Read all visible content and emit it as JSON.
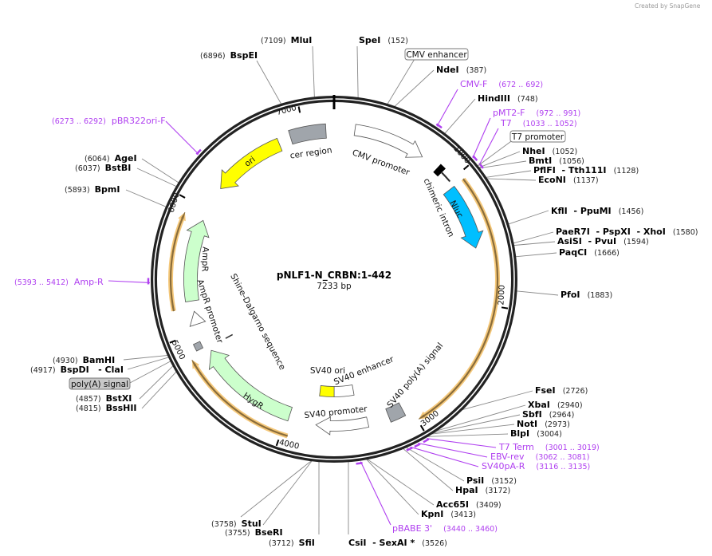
{
  "watermark": "Created by SnapGene",
  "plasmid": {
    "name": "pNLF1-N_CRBN:1-442",
    "length": "7233 bp",
    "length_bp": 7233
  },
  "ticks": [
    1000,
    2000,
    3000,
    4000,
    5000,
    6000,
    7000
  ],
  "colors": {
    "primer": "#b040f0",
    "orf": "#f5c87a",
    "orf_line": "#8a6d3b",
    "ring": "#222222"
  },
  "enzymes": [
    {
      "name": "SpeI",
      "pos": 152
    },
    {
      "name": "MluI",
      "pos": 7109
    },
    {
      "name": "BspEI",
      "pos": 6896
    },
    {
      "name": "NdeI",
      "pos": 387
    },
    {
      "name": "HindIII",
      "pos": 748
    },
    {
      "name": "NheI",
      "pos": 1052
    },
    {
      "name": "BmtI",
      "pos": 1056
    },
    {
      "name": "PflFI  - Tth111I",
      "pos": 1128
    },
    {
      "name": "EcoNI",
      "pos": 1137
    },
    {
      "name": "KflI  - PpuMI",
      "pos": 1456
    },
    {
      "name": "PaeR7I  - PspXI  - XhoI",
      "pos": 1580
    },
    {
      "name": "AsiSI  - PvuI",
      "pos": 1594
    },
    {
      "name": "PaqCI",
      "pos": 1666
    },
    {
      "name": "PfoI",
      "pos": 1883
    },
    {
      "name": "FseI",
      "pos": 2726
    },
    {
      "name": "XbaI",
      "pos": 2940
    },
    {
      "name": "SbfI",
      "pos": 2964
    },
    {
      "name": "NotI",
      "pos": 2973
    },
    {
      "name": "BlpI",
      "pos": 3004
    },
    {
      "name": "PsiI",
      "pos": 3152
    },
    {
      "name": "HpaI",
      "pos": 3172
    },
    {
      "name": "Acc65I",
      "pos": 3409
    },
    {
      "name": "KpnI",
      "pos": 3413
    },
    {
      "name": "CsiI  - SexAI *",
      "pos": 3526
    },
    {
      "name": "SfiI",
      "pos": 3712
    },
    {
      "name": "BseRI",
      "pos": 3755
    },
    {
      "name": "StuI",
      "pos": 3758
    },
    {
      "name": "BssHII",
      "pos": 4815
    },
    {
      "name": "BstXI",
      "pos": 4857
    },
    {
      "name": "BspDI   - ClaI",
      "pos": 4917
    },
    {
      "name": "BamHI",
      "pos": 4930
    },
    {
      "name": "BpmI",
      "pos": 5893
    },
    {
      "name": "BstBI",
      "pos": 6037
    },
    {
      "name": "AgeI",
      "pos": 6064
    }
  ],
  "primers": [
    {
      "name": "CMV-F",
      "range": "(672 .. 692)",
      "start": 672,
      "end": 692
    },
    {
      "name": "pMT2-F",
      "range": "(972 .. 991)",
      "start": 972,
      "end": 991
    },
    {
      "name": "T7",
      "range": "(1033 .. 1052)",
      "start": 1033,
      "end": 1052
    },
    {
      "name": "T7 Term",
      "range": "(3001 .. 3019)",
      "start": 3001,
      "end": 3019
    },
    {
      "name": "EBV-rev",
      "range": "(3062 .. 3081)",
      "start": 3062,
      "end": 3081
    },
    {
      "name": "SV40pA-R",
      "range": "(3116 .. 3135)",
      "start": 3116,
      "end": 3135
    },
    {
      "name": "pBABE 3'",
      "range": "(3440 .. 3460)",
      "start": 3440,
      "end": 3460
    },
    {
      "name": "Amp-R",
      "range": "(5393 .. 5412)",
      "start": 5393,
      "end": 5412
    },
    {
      "name": "pBR322ori-F",
      "range": "(6273 .. 6292)",
      "start": 6273,
      "end": 6292
    }
  ],
  "callouts": [
    {
      "name": "CMV enhancer"
    },
    {
      "name": "T7 promoter"
    },
    {
      "name": "poly(A) signal"
    }
  ],
  "features": [
    {
      "name": "cer region",
      "start": 6890,
      "end": 7170,
      "direction": 0,
      "color": "#a0a5ab"
    },
    {
      "name": "CMV promoter",
      "start": 160,
      "end": 720,
      "direction": 1,
      "color": "#ffffff"
    },
    {
      "name": "chimeric intron",
      "start": 860,
      "end": 1000,
      "direction": 0,
      "color": "#000000"
    },
    {
      "name": "Nluc",
      "start": 1050,
      "end": 1560,
      "direction": 1,
      "color": "#00bfff"
    },
    {
      "name": "SV40 poly(A) signal",
      "start": 3060,
      "end": 3180,
      "direction": 0,
      "color": "#a0a5ab"
    },
    {
      "name": "SV40 promoter",
      "start": 3350,
      "end": 3760,
      "direction": 1,
      "color": "#ffffff"
    },
    {
      "name": "SV40 enhancer",
      "start": 3420,
      "end": 3616,
      "direction": 0,
      "color": "#ffffff"
    },
    {
      "name": "SV40 ori",
      "start": 3616,
      "end": 3760,
      "direction": 0,
      "color": "#ffff00"
    },
    {
      "name": "HygR",
      "start": 3980,
      "end": 4820,
      "direction": 1,
      "color": "#ccffcc"
    },
    {
      "name": "Shine-Dalgarno sequence",
      "start": 4850,
      "end": 4856,
      "direction": 0,
      "color": "#333333"
    },
    {
      "name": "AmpR promoter",
      "start": 5060,
      "end": 5165,
      "direction": 1,
      "color": "#ffffff"
    },
    {
      "name": "AmpR",
      "start": 5250,
      "end": 5910,
      "direction": 1,
      "color": "#ccffcc"
    },
    {
      "name": "ori",
      "start": 6200,
      "end": 6790,
      "direction": -1,
      "color": "#ffff00"
    }
  ],
  "orfs": [
    {
      "start": 1050,
      "end": 2990,
      "direction": 1
    },
    {
      "start": 3950,
      "end": 4830,
      "direction": 1
    },
    {
      "start": 5200,
      "end": 5910,
      "direction": 1
    }
  ]
}
